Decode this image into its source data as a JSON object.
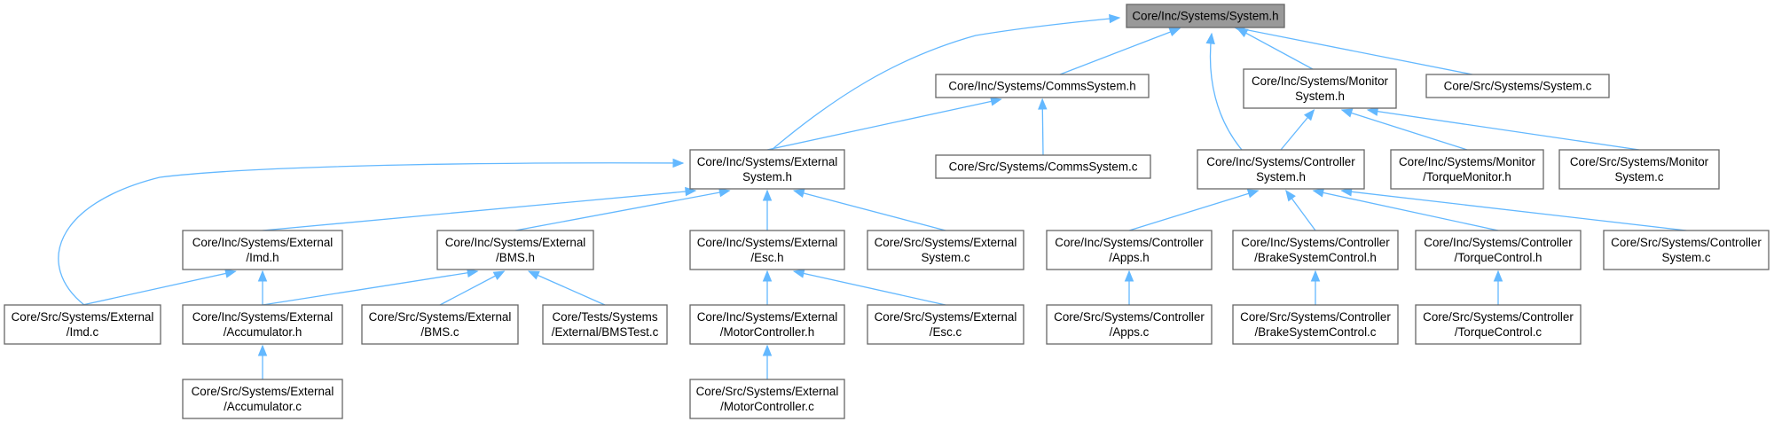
{
  "graph": {
    "edge_color": "#63b8ff",
    "node_border_color": "#666666",
    "root_fill_color": "#999999",
    "nodes": [
      {
        "id": "system_h",
        "lines": [
          "Core/Inc/Systems/System.h"
        ],
        "root": true
      },
      {
        "id": "comms_h",
        "lines": [
          "Core/Inc/Systems/CommsSystem.h"
        ]
      },
      {
        "id": "monitor_h",
        "lines": [
          "Core/Inc/Systems/Monitor",
          "System.h"
        ]
      },
      {
        "id": "system_c",
        "lines": [
          "Core/Src/Systems/System.c"
        ]
      },
      {
        "id": "external_h",
        "lines": [
          "Core/Inc/Systems/External",
          "System.h"
        ]
      },
      {
        "id": "comms_c",
        "lines": [
          "Core/Src/Systems/CommsSystem.c"
        ]
      },
      {
        "id": "controller_h",
        "lines": [
          "Core/Inc/Systems/Controller",
          "System.h"
        ]
      },
      {
        "id": "torquemon_h",
        "lines": [
          "Core/Inc/Systems/Monitor",
          "/TorqueMonitor.h"
        ]
      },
      {
        "id": "monitor_c",
        "lines": [
          "Core/Src/Systems/Monitor",
          "System.c"
        ]
      },
      {
        "id": "imd_h",
        "lines": [
          "Core/Inc/Systems/External",
          "/Imd.h"
        ]
      },
      {
        "id": "bms_h",
        "lines": [
          "Core/Inc/Systems/External",
          "/BMS.h"
        ]
      },
      {
        "id": "esc_h",
        "lines": [
          "Core/Inc/Systems/External",
          "/Esc.h"
        ]
      },
      {
        "id": "external_c",
        "lines": [
          "Core/Src/Systems/External",
          "System.c"
        ]
      },
      {
        "id": "apps_h",
        "lines": [
          "Core/Inc/Systems/Controller",
          "/Apps.h"
        ]
      },
      {
        "id": "brake_h",
        "lines": [
          "Core/Inc/Systems/Controller",
          "/BrakeSystemControl.h"
        ]
      },
      {
        "id": "torque_h",
        "lines": [
          "Core/Inc/Systems/Controller",
          "/TorqueControl.h"
        ]
      },
      {
        "id": "controller_c",
        "lines": [
          "Core/Src/Systems/Controller",
          "System.c"
        ]
      },
      {
        "id": "imd_c",
        "lines": [
          "Core/Src/Systems/External",
          "/Imd.c"
        ]
      },
      {
        "id": "accum_h",
        "lines": [
          "Core/Inc/Systems/External",
          "/Accumulator.h"
        ]
      },
      {
        "id": "bms_c",
        "lines": [
          "Core/Src/Systems/External",
          "/BMS.c"
        ]
      },
      {
        "id": "bmstest_c",
        "lines": [
          "Core/Tests/Systems",
          "/External/BMSTest.c"
        ]
      },
      {
        "id": "motor_h",
        "lines": [
          "Core/Inc/Systems/External",
          "/MotorController.h"
        ]
      },
      {
        "id": "esc_c",
        "lines": [
          "Core/Src/Systems/External",
          "/Esc.c"
        ]
      },
      {
        "id": "apps_c",
        "lines": [
          "Core/Src/Systems/Controller",
          "/Apps.c"
        ]
      },
      {
        "id": "brake_c",
        "lines": [
          "Core/Src/Systems/Controller",
          "/BrakeSystemControl.c"
        ]
      },
      {
        "id": "torque_c",
        "lines": [
          "Core/Src/Systems/Controller",
          "/TorqueControl.c"
        ]
      },
      {
        "id": "accum_c",
        "lines": [
          "Core/Src/Systems/External",
          "/Accumulator.c"
        ]
      },
      {
        "id": "motor_c",
        "lines": [
          "Core/Src/Systems/External",
          "/MotorController.c"
        ]
      }
    ],
    "edges": [
      {
        "from": "comms_h",
        "to": "system_h"
      },
      {
        "from": "monitor_h",
        "to": "system_h"
      },
      {
        "from": "system_c",
        "to": "system_h"
      },
      {
        "from": "external_h",
        "to": "system_h"
      },
      {
        "from": "controller_h",
        "to": "system_h"
      },
      {
        "from": "external_h",
        "to": "comms_h"
      },
      {
        "from": "comms_c",
        "to": "comms_h"
      },
      {
        "from": "controller_h",
        "to": "monitor_h"
      },
      {
        "from": "torquemon_h",
        "to": "monitor_h"
      },
      {
        "from": "monitor_c",
        "to": "monitor_h"
      },
      {
        "from": "imd_h",
        "to": "external_h"
      },
      {
        "from": "bms_h",
        "to": "external_h"
      },
      {
        "from": "esc_h",
        "to": "external_h"
      },
      {
        "from": "external_c",
        "to": "external_h"
      },
      {
        "from": "imd_c",
        "to": "external_h"
      },
      {
        "from": "apps_h",
        "to": "controller_h"
      },
      {
        "from": "brake_h",
        "to": "controller_h"
      },
      {
        "from": "torque_h",
        "to": "controller_h"
      },
      {
        "from": "controller_c",
        "to": "controller_h"
      },
      {
        "from": "imd_c",
        "to": "imd_h"
      },
      {
        "from": "accum_h",
        "to": "imd_h"
      },
      {
        "from": "accum_h",
        "to": "bms_h"
      },
      {
        "from": "bms_c",
        "to": "bms_h"
      },
      {
        "from": "bmstest_c",
        "to": "bms_h"
      },
      {
        "from": "motor_h",
        "to": "esc_h"
      },
      {
        "from": "esc_c",
        "to": "esc_h"
      },
      {
        "from": "apps_c",
        "to": "apps_h"
      },
      {
        "from": "brake_c",
        "to": "brake_h"
      },
      {
        "from": "torque_c",
        "to": "torque_h"
      },
      {
        "from": "accum_c",
        "to": "accum_h"
      },
      {
        "from": "motor_c",
        "to": "motor_h"
      }
    ]
  }
}
